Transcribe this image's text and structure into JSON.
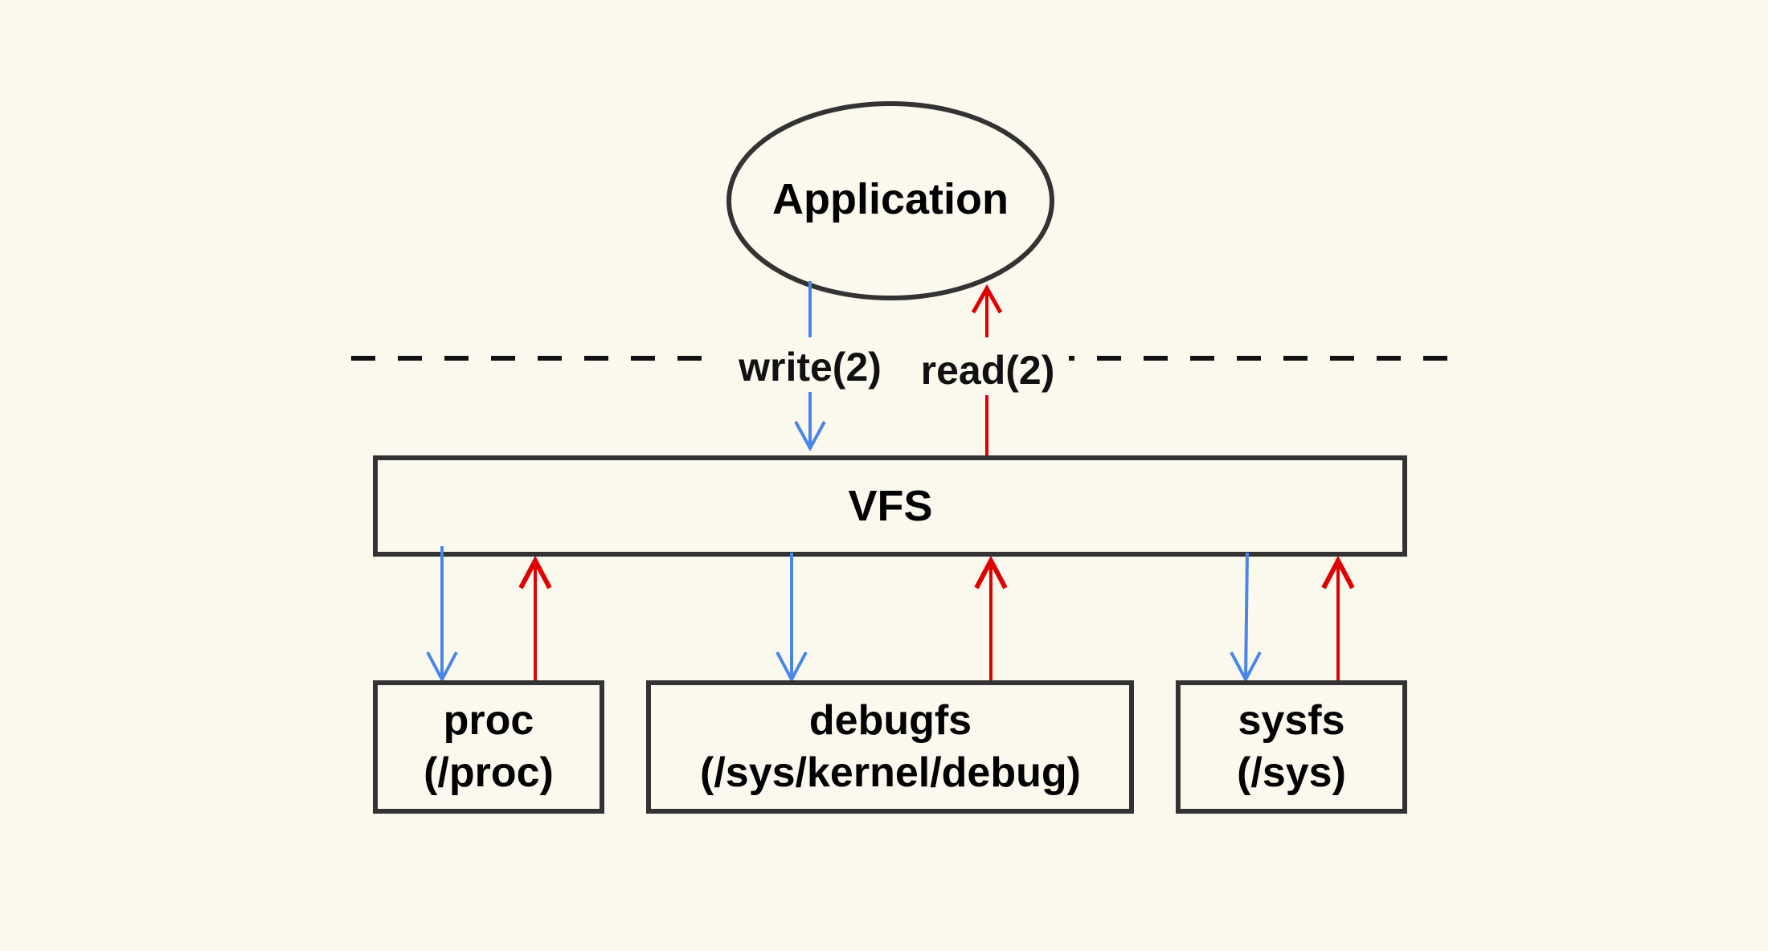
{
  "colors": {
    "background": "#fbf9ee",
    "outline": "#333333",
    "write_arrow": "#4a86e8",
    "read_arrow": "#dd0000",
    "boundary": "#111111"
  },
  "application": {
    "label": "Application"
  },
  "syscalls": {
    "write_label": "write(2)",
    "read_label": "read(2)"
  },
  "vfs": {
    "label": "VFS"
  },
  "filesystems": {
    "proc": {
      "name": "proc",
      "path": "(/proc)"
    },
    "debugfs": {
      "name": "debugfs",
      "path": "(/sys/kernel/debug)"
    },
    "sysfs": {
      "name": "sysfs",
      "path": "(/sys)"
    }
  }
}
